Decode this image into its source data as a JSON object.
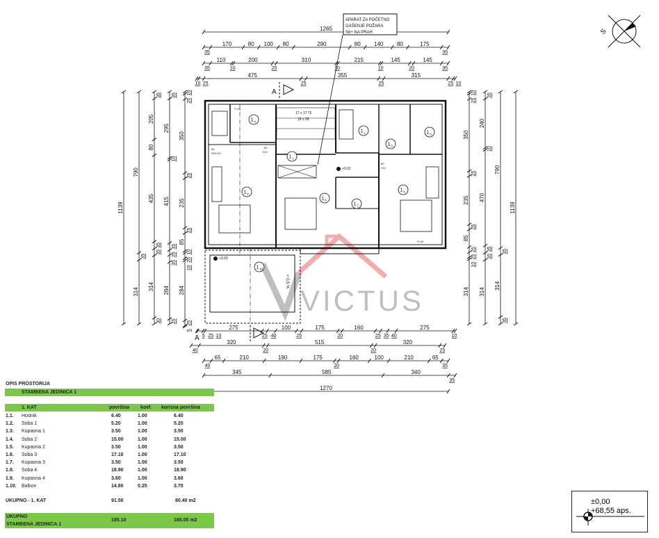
{
  "note_box": {
    "lines": [
      "APARAT ZA POČETNO",
      "GAŠENJE POŽARA",
      "S6+ NA PRAH"
    ]
  },
  "compass": {
    "label": "S"
  },
  "section_mark": "A",
  "watermark": "VICTUS",
  "dimensions": {
    "top": [
      {
        "total": "1265"
      },
      {
        "values": [
          "35",
          "170",
          "80",
          "100",
          "80",
          "290",
          "80",
          "140",
          "80",
          "175",
          "35"
        ]
      },
      {
        "values": [
          "35",
          "110",
          "10",
          "200",
          "20",
          "310",
          "10",
          "215",
          "10",
          "145",
          "20",
          "145",
          "35"
        ]
      },
      {
        "values": [
          "10",
          "25",
          "475",
          "25",
          "355",
          "25",
          "315",
          "25",
          "10"
        ]
      }
    ],
    "bottom": [
      {
        "values": [
          "5",
          "25",
          "10",
          "275",
          "25",
          "40",
          "100",
          "25",
          "175",
          "20",
          "160",
          "25",
          "35",
          "40",
          "275",
          "10"
        ]
      },
      {
        "values": [
          "40",
          "320",
          "20",
          "515",
          "20",
          "320",
          "25"
        ]
      },
      {
        "values": [
          "40",
          "65",
          "210",
          "190",
          "175",
          "20",
          "160",
          "100",
          "210",
          "65",
          "35"
        ]
      },
      {
        "values": [
          "345",
          "585",
          "340",
          "35"
        ]
      },
      {
        "total": "1270"
      }
    ],
    "left": [
      {
        "total": "1139"
      },
      {
        "values": [
          "790",
          "35",
          "314"
        ]
      },
      {
        "values": [
          "35",
          "205",
          "80",
          "435",
          "35",
          "35",
          "314",
          "30"
        ]
      },
      {
        "values": [
          "35",
          "295",
          "10",
          "415",
          "35",
          "25",
          "35",
          "284",
          "25"
        ]
      },
      {
        "values": [
          "10",
          "25",
          "350",
          "25",
          "235",
          "25",
          "85",
          "10",
          "25",
          "10",
          "284",
          "25",
          "5"
        ]
      }
    ],
    "right": [
      {
        "values": [
          "10",
          "25",
          "350",
          "25",
          "235",
          "25",
          "85",
          "25",
          "25",
          "10",
          "314"
        ]
      },
      {
        "values": [
          "35",
          "240",
          "10",
          "470",
          "35",
          "35",
          "314"
        ]
      },
      {
        "values": [
          "790",
          "35",
          "314",
          "35"
        ]
      },
      {
        "total": "1139"
      }
    ]
  },
  "rooms": [
    {
      "main": "1",
      "sub": "1"
    },
    {
      "main": "1",
      "sub": "2"
    },
    {
      "main": "1",
      "sub": "3"
    },
    {
      "main": "1",
      "sub": "4"
    },
    {
      "main": "1",
      "sub": "5"
    },
    {
      "main": "1",
      "sub": "6"
    },
    {
      "main": "1",
      "sub": "7"
    },
    {
      "main": "1",
      "sub": "8"
    },
    {
      "main": "1",
      "sub": "9"
    },
    {
      "main": "1",
      "sub": "10"
    }
  ],
  "plan_annotations": {
    "stairs": [
      "17 x 17.76",
      "16 x 28"
    ],
    "elevation_hall": "+3.02",
    "elevation_balcony": "+3.00",
    "slope": "< 0,5 %",
    "parapet": "P=40",
    "door": [
      "80",
      "210"
    ],
    "window": [
      "80",
      "200+20"
    ]
  },
  "table": {
    "title": "OPIS PROSTORIJA",
    "unit_name": "STAMBENA JEDINICA 1",
    "columns": [
      "1. KAT",
      "površina",
      "koef.",
      "korisna površina"
    ],
    "rows": [
      {
        "num": "1.1.",
        "name": "Hodnik",
        "area": "6.40",
        "coef": "1.00",
        "useful": "6.40"
      },
      {
        "num": "1.2.",
        "name": "Soba 1",
        "area": "5.20",
        "coef": "1.00",
        "useful": "5.20"
      },
      {
        "num": "1.3.",
        "name": "Kupaona 1",
        "area": "3.50",
        "coef": "1.00",
        "useful": "3.50"
      },
      {
        "num": "1.4.",
        "name": "Soba 2",
        "area": "15.00",
        "coef": "1.00",
        "useful": "15.00"
      },
      {
        "num": "1.5.",
        "name": "Kupaona 2",
        "area": "3.50",
        "coef": "1.00",
        "useful": "3.50"
      },
      {
        "num": "1.6.",
        "name": "Soba 3",
        "area": "17.10",
        "coef": "1.00",
        "useful": "17.10"
      },
      {
        "num": "1.7.",
        "name": "Kupaona 3",
        "area": "3.50",
        "coef": "1.00",
        "useful": "3.50"
      },
      {
        "num": "1.8.",
        "name": "Soba 4",
        "area": "18.90",
        "coef": "1.00",
        "useful": "18.90"
      },
      {
        "num": "1.9.",
        "name": "Kupaona 4",
        "area": "3.60",
        "coef": "1.00",
        "useful": "3.60"
      },
      {
        "num": "1.10.",
        "name": "Balkon",
        "area": "14.80",
        "coef": "0.25",
        "useful": "3.70"
      }
    ],
    "floor_total": {
      "label": "UKUPNO - 1. KAT",
      "area": "91.50",
      "useful": "80.40 m2"
    },
    "unit_total": {
      "label_line1": "UKUPNO",
      "label_line2": "STAMBENA JEDINICA 1",
      "area": "185.10",
      "useful": "165.05 m2"
    }
  },
  "level_legend": {
    "line1": "±0,00",
    "line2": "+68,55 aps."
  },
  "colors": {
    "table_green": "#7cc94a",
    "watermark_red": "#f0a0a0",
    "watermark_gray": "#b5b5b5"
  }
}
